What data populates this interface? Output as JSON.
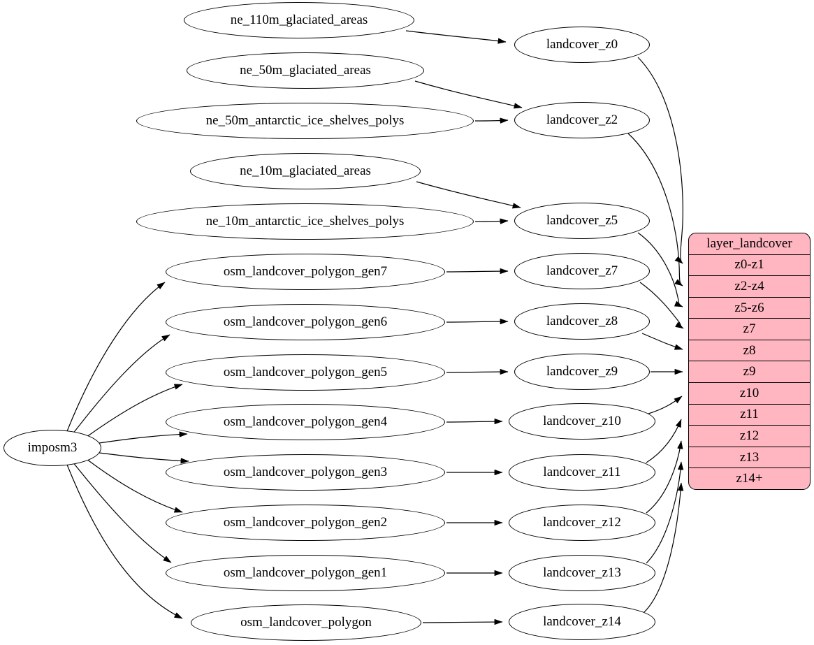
{
  "importer": {
    "label": "imposm3"
  },
  "sources": [
    "ne_110m_glaciated_areas",
    "ne_50m_glaciated_areas",
    "ne_50m_antarctic_ice_shelves_polys",
    "ne_10m_glaciated_areas",
    "ne_10m_antarctic_ice_shelves_polys",
    "osm_landcover_polygon_gen7",
    "osm_landcover_polygon_gen6",
    "osm_landcover_polygon_gen5",
    "osm_landcover_polygon_gen4",
    "osm_landcover_polygon_gen3",
    "osm_landcover_polygon_gen2",
    "osm_landcover_polygon_gen1",
    "osm_landcover_polygon"
  ],
  "layers": [
    "landcover_z0",
    "landcover_z2",
    "landcover_z5",
    "landcover_z7",
    "landcover_z8",
    "landcover_z9",
    "landcover_z10",
    "landcover_z11",
    "landcover_z12",
    "landcover_z13",
    "landcover_z14"
  ],
  "table": {
    "title": "layer_landcover",
    "rows": [
      "z0-z1",
      "z2-z4",
      "z5-z6",
      "z7",
      "z8",
      "z9",
      "z10",
      "z11",
      "z12",
      "z13",
      "z14+"
    ]
  },
  "colors": {
    "table_fill": "#ffb6c1",
    "node_fill": "#ffffff",
    "edge": "#000000"
  },
  "edges": {
    "importer_to_sources": [
      [
        "imposm3",
        "osm_landcover_polygon_gen7"
      ],
      [
        "imposm3",
        "osm_landcover_polygon_gen6"
      ],
      [
        "imposm3",
        "osm_landcover_polygon_gen5"
      ],
      [
        "imposm3",
        "osm_landcover_polygon_gen4"
      ],
      [
        "imposm3",
        "osm_landcover_polygon_gen3"
      ],
      [
        "imposm3",
        "osm_landcover_polygon_gen2"
      ],
      [
        "imposm3",
        "osm_landcover_polygon_gen1"
      ],
      [
        "imposm3",
        "osm_landcover_polygon"
      ]
    ],
    "sources_to_layers": [
      [
        "ne_110m_glaciated_areas",
        "landcover_z0"
      ],
      [
        "ne_50m_glaciated_areas",
        "landcover_z2"
      ],
      [
        "ne_50m_antarctic_ice_shelves_polys",
        "landcover_z2"
      ],
      [
        "ne_10m_glaciated_areas",
        "landcover_z5"
      ],
      [
        "ne_10m_antarctic_ice_shelves_polys",
        "landcover_z5"
      ],
      [
        "osm_landcover_polygon_gen7",
        "landcover_z7"
      ],
      [
        "osm_landcover_polygon_gen6",
        "landcover_z8"
      ],
      [
        "osm_landcover_polygon_gen5",
        "landcover_z9"
      ],
      [
        "osm_landcover_polygon_gen4",
        "landcover_z10"
      ],
      [
        "osm_landcover_polygon_gen3",
        "landcover_z11"
      ],
      [
        "osm_landcover_polygon_gen2",
        "landcover_z12"
      ],
      [
        "osm_landcover_polygon_gen1",
        "landcover_z13"
      ],
      [
        "osm_landcover_polygon",
        "landcover_z14"
      ]
    ],
    "layers_to_table_rows": [
      [
        "landcover_z0",
        "z0-z1"
      ],
      [
        "landcover_z2",
        "z2-z4"
      ],
      [
        "landcover_z5",
        "z5-z6"
      ],
      [
        "landcover_z7",
        "z7"
      ],
      [
        "landcover_z8",
        "z8"
      ],
      [
        "landcover_z9",
        "z9"
      ],
      [
        "landcover_z10",
        "z10"
      ],
      [
        "landcover_z11",
        "z11"
      ],
      [
        "landcover_z12",
        "z12"
      ],
      [
        "landcover_z13",
        "z13"
      ],
      [
        "landcover_z14",
        "z14+"
      ]
    ]
  }
}
